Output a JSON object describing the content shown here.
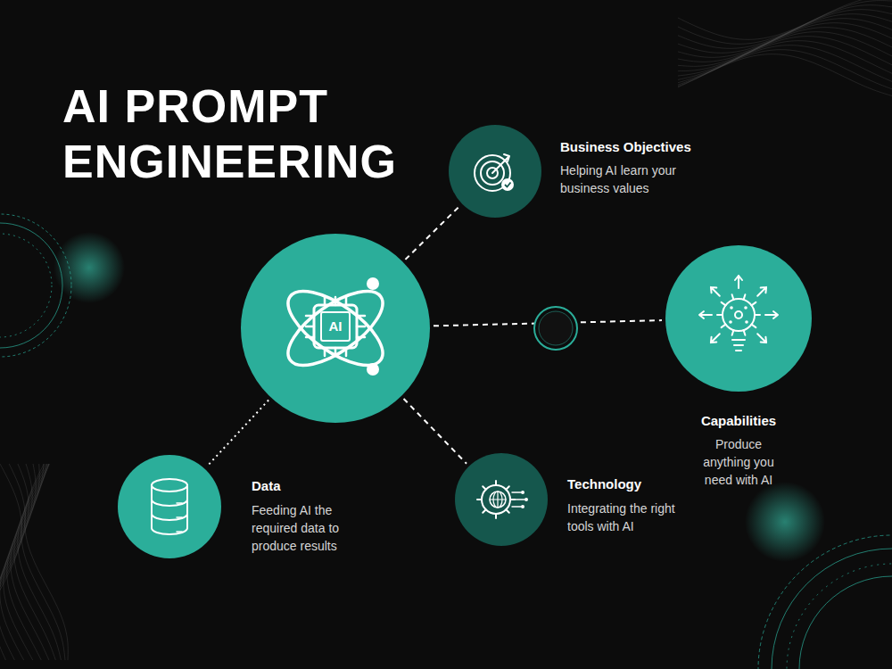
{
  "diagram": {
    "title": "AI PROMPT ENGINEERING",
    "nodes": [
      {
        "text": [
          "Business Objectives",
          "Helping AI learn your business values"
        ]
      },
      {
        "text": [
          "AI"
        ]
      },
      {
        "text": [
          "Capabilities",
          "Produce anything you need with AI"
        ]
      },
      {
        "text": [
          "Data",
          "Feeding AI the required data to produce results"
        ]
      },
      {
        "text": [
          "Technology",
          "Integrating the right tools with AI"
        ]
      }
    ],
    "edges": [
      {
        "from": 1,
        "to": 0,
        "arrow": "none"
      },
      {
        "from": 1,
        "to": 2,
        "arrow": "none"
      },
      {
        "from": 1,
        "to": 3,
        "arrow": "none"
      },
      {
        "from": 1,
        "to": 4,
        "arrow": "none"
      }
    ]
  }
}
